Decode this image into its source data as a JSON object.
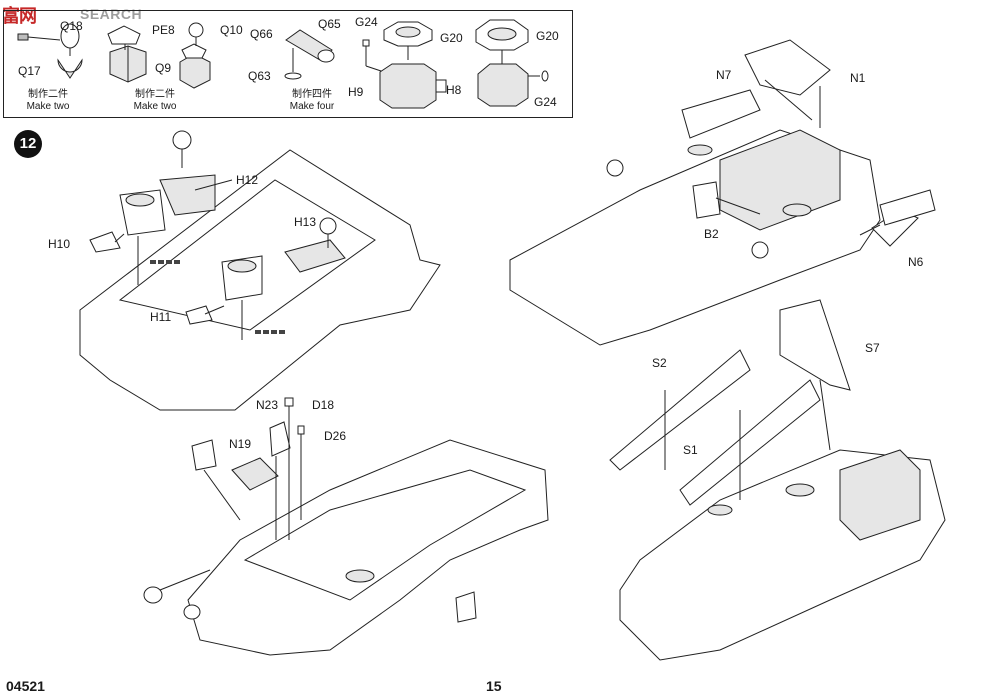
{
  "watermark": {
    "logo": "富",
    "brand": "网",
    "search": "SEARCH"
  },
  "step_number": "12",
  "inset": {
    "groups": [
      {
        "parts": [
          "Q18",
          "Q17"
        ],
        "caption_cn": "制作二件",
        "caption_en": "Make two"
      },
      {
        "parts": [
          "PE8",
          "Q10",
          "Q9"
        ],
        "caption_cn": "制作二件",
        "caption_en": "Make two"
      },
      {
        "parts": [
          "Q65",
          "Q66",
          "Q63"
        ],
        "caption_cn": "制作四件",
        "caption_en": "Make four"
      },
      {
        "parts": [
          "G24",
          "G20",
          "H9"
        ]
      },
      {
        "parts": [
          "G20",
          "H8",
          "G24"
        ]
      }
    ]
  },
  "labels": {
    "H12": "H12",
    "H10": "H10",
    "H13": "H13",
    "H11": "H11",
    "N7": "N7",
    "N1": "N1",
    "B2": "B2",
    "N6": "N6",
    "N23": "N23",
    "D18": "D18",
    "D26": "D26",
    "N19": "N19",
    "S2": "S2",
    "S1": "S1",
    "S7": "S7"
  },
  "footer": {
    "code": "04521",
    "page": "15"
  }
}
